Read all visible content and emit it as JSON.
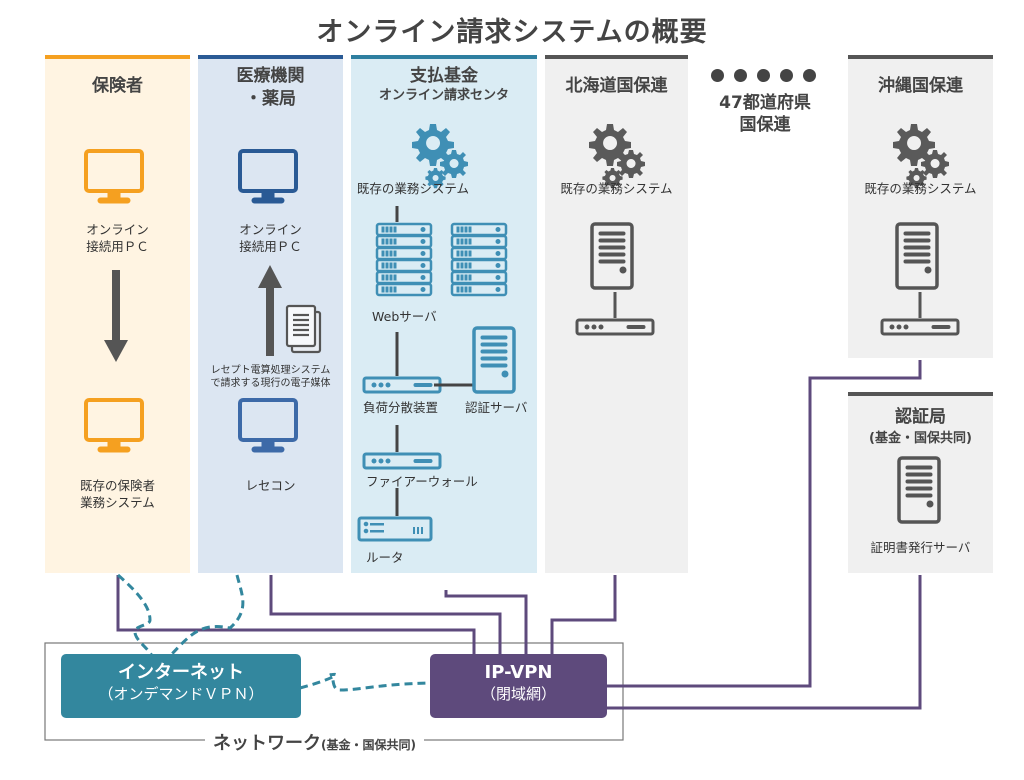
{
  "title": "オンライン請求システムの概要",
  "colors": {
    "insurer_accent": "#f5a020",
    "insurer_bg": "#fff4e2",
    "medical_accent": "#2a5a95",
    "medical_bg": "#dce6f2",
    "fund_accent": "#2e7fa0",
    "fund_bg": "#daecf4",
    "gray_accent": "#555555",
    "gray_bg": "#f0f0f0",
    "internet": "#33879e",
    "ipvpn": "#5e4a7c",
    "line_purple": "#5e4a7c",
    "line_dashed": "#33879e"
  },
  "columns": {
    "insurer": {
      "title": "保険者",
      "pc_label_1": "オンライン",
      "pc_label_2": "接続用ＰＣ",
      "system_label_1": "既存の保険者",
      "system_label_2": "業務システム"
    },
    "medical": {
      "title_1": "医療機関",
      "title_2": "・薬局",
      "pc_label_1": "オンライン",
      "pc_label_2": "接続用ＰＣ",
      "media_label_1": "レセプト電算処理システム",
      "media_label_2": "で請求する現行の電子媒体",
      "recon_label": "レセコン"
    },
    "fund": {
      "title_1": "支払基金",
      "title_2": "オンライン請求センタ",
      "business_system": "既存の業務システム",
      "web_server": "Webサーバ",
      "load_balancer": "負荷分散装置",
      "auth_server": "認証サーバ",
      "firewall": "ファイアーウォール",
      "router": "ルータ"
    },
    "hokkaido": {
      "title": "北海道国保連",
      "business_system": "既存の業務システム"
    },
    "prefectures": {
      "title_1": "47都道府県",
      "title_2": "国保連"
    },
    "okinawa": {
      "title": "沖縄国保連",
      "business_system": "既存の業務システム"
    },
    "cert_authority": {
      "title": "認証局",
      "subtitle": "(基金・国保共同)",
      "server_label": "証明書発行サーバ"
    }
  },
  "network": {
    "internet_title": "インターネット",
    "internet_sub": "（オンデマンドＶＰＮ）",
    "ipvpn_title": "IP-VPN",
    "ipvpn_sub": "（閉域網）",
    "label_main": "ネットワーク",
    "label_sub": "(基金・国保共同)"
  }
}
